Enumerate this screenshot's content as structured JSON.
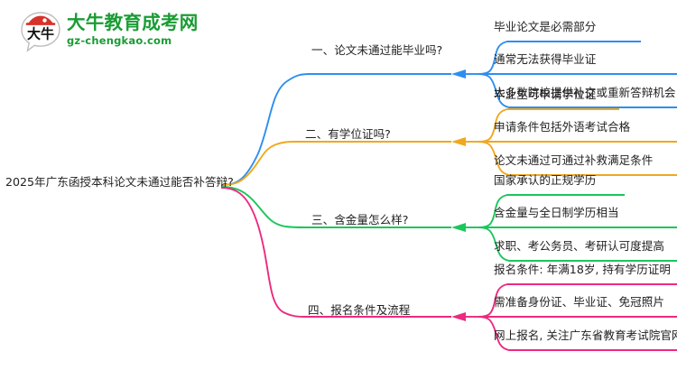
{
  "logo": {
    "mark_text": "大牛",
    "title": "大牛教育成考网",
    "subtitle": "gz-chengkao.com",
    "brand_color": "#1a9c34",
    "mark_accent_color": "#d8322a"
  },
  "mindmap": {
    "root": {
      "label": "2025年广东函授本科论文未通过能否补答辩?"
    },
    "branches": [
      {
        "label": "一、论文未通过能毕业吗?",
        "color": "#2e8ef0",
        "children": [
          {
            "label": "毕业论文是必需部分"
          },
          {
            "label": "通常无法获得毕业证"
          },
          {
            "label": "大多数院校提供补交或重新答辩机会"
          }
        ]
      },
      {
        "label": "二、有学位证吗?",
        "color": "#f0a81e",
        "children": [
          {
            "label": "毕业生可申请学位证"
          },
          {
            "label": "申请条件包括外语考试合格"
          },
          {
            "label": "论文未通过可通过补救满足条件"
          }
        ]
      },
      {
        "label": "三、含金量怎么样?",
        "color": "#1bc65c",
        "children": [
          {
            "label": "国家承认的正规学历"
          },
          {
            "label": "含金量与全日制学历相当"
          },
          {
            "label": "求职、考公务员、考研认可度提高"
          }
        ]
      },
      {
        "label": "四、报名条件及流程",
        "color": "#ec2a7f",
        "children": [
          {
            "label": "报名条件: 年满18岁, 持有学历证明"
          },
          {
            "label": "需准备身份证、毕业证、免冠照片"
          },
          {
            "label": "网上报名, 关注广东省教育考试院官网"
          }
        ]
      }
    ]
  }
}
